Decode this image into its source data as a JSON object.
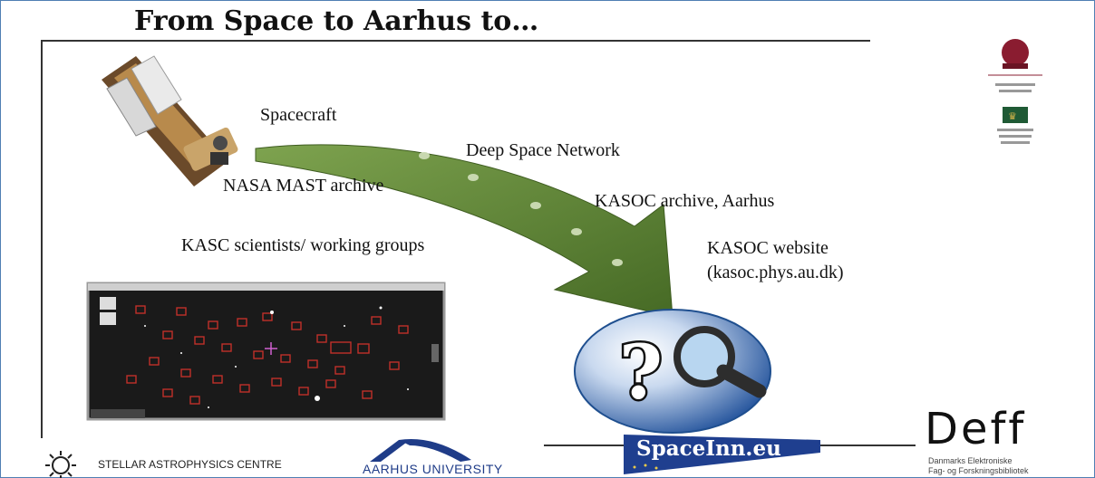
{
  "title": "From Space to Aarhus to…",
  "steps": [
    {
      "label": "Spacecraft"
    },
    {
      "label": "Deep Space Network"
    },
    {
      "label": "NASA MAST archive"
    },
    {
      "label": "KASOC archive, Aarhus"
    },
    {
      "label": "KASC scientists/ working groups"
    },
    {
      "label": "KASOC website"
    },
    {
      "label": "(kasoc.phys.au.dk)"
    }
  ],
  "footer": {
    "sac": "STELLAR ASTROPHYSICS CENTRE",
    "au": "AARHUS UNIVERSITY",
    "spaceinn": "SpaceInn.eu",
    "deff": "Deff",
    "deff_sub1": "Danmarks Elektroniske",
    "deff_sub2": "Fag- og Forskningsbibliotek"
  },
  "colors": {
    "arrow": "#5a7d35",
    "frame": "#4f7fb3"
  }
}
